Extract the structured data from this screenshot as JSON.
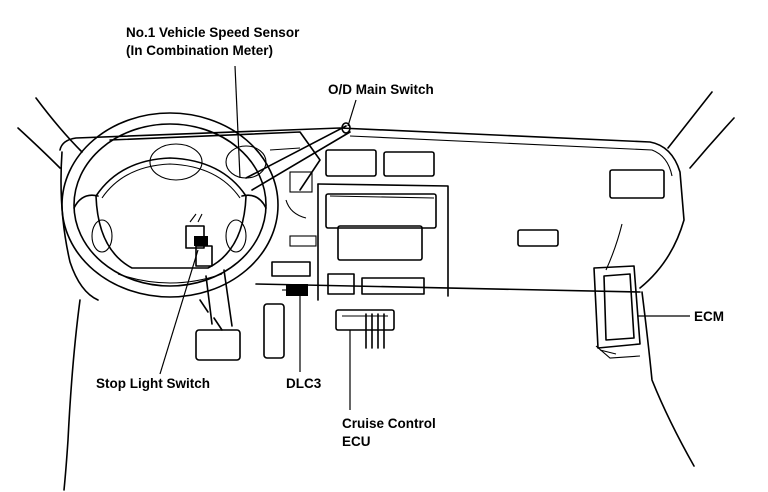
{
  "labels": {
    "vss_line1": "No.1 Vehicle Speed Sensor",
    "vss_line2": "(In Combination Meter)",
    "od_main_switch": "O/D Main Switch",
    "ecm": "ECM",
    "stop_light_switch": "Stop Light Switch",
    "dlc3": "DLC3",
    "cruise_line1": "Cruise Control",
    "cruise_line2": "ECU"
  }
}
